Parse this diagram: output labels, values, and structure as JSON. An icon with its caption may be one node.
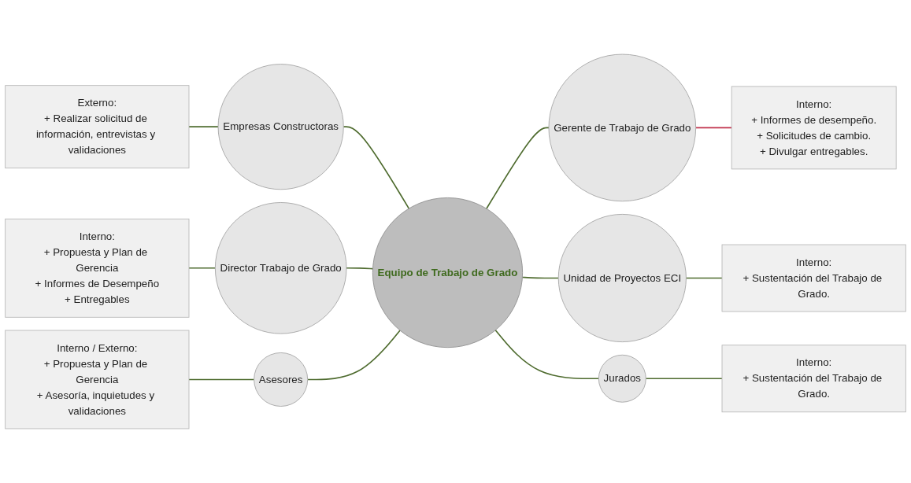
{
  "diagram": {
    "nodes": [
      {
        "text": [
          "Externo:",
          "+ Realizar solicitud de información, entrevistas y validaciones"
        ]
      },
      {
        "text": [
          "Empresas Constructoras"
        ]
      },
      {
        "text": [
          "Gerente de Trabajo de Grado"
        ]
      },
      {
        "text": [
          "Interno:",
          "+ Informes de desempeño.",
          "+ Solicitudes de cambio.",
          "+ Divulgar entregables."
        ]
      },
      {
        "text": [
          "Interno:",
          "+ Propuesta y Plan de Gerencia",
          "+ Informes de Desempeño",
          "+ Entregables"
        ]
      },
      {
        "text": [
          "Director Trabajo de Grado"
        ]
      },
      {
        "text": [
          "Equipo de Trabajo de Grado"
        ]
      },
      {
        "text": [
          "Unidad de Proyectos ECI"
        ]
      },
      {
        "text": [
          "Interno:",
          "+ Sustentación del Trabajo de Grado."
        ]
      },
      {
        "text": [
          "Interno / Externo:",
          "+ Propuesta y Plan de Gerencia",
          "+ Asesoría, inquietudes y validaciones"
        ]
      },
      {
        "text": [
          "Asesores"
        ]
      },
      {
        "text": [
          "Jurados"
        ]
      },
      {
        "text": [
          "Interno:",
          "+ Sustentación del Trabajo de Grado."
        ]
      }
    ],
    "edges": [
      {
        "from": 0,
        "to": 1,
        "arrow": "none"
      },
      {
        "from": 1,
        "to": 6,
        "arrow": "none"
      },
      {
        "from": 4,
        "to": 5,
        "arrow": "none"
      },
      {
        "from": 5,
        "to": 6,
        "arrow": "none"
      },
      {
        "from": 9,
        "to": 10,
        "arrow": "none"
      },
      {
        "from": 10,
        "to": 6,
        "arrow": "none"
      },
      {
        "from": 6,
        "to": 2,
        "arrow": "none"
      },
      {
        "from": 2,
        "to": 3,
        "arrow": "none",
        "color": "#c0304a"
      },
      {
        "from": 6,
        "to": 7,
        "arrow": "none"
      },
      {
        "from": 7,
        "to": 8,
        "arrow": "none"
      },
      {
        "from": 6,
        "to": 11,
        "arrow": "none"
      },
      {
        "from": 11,
        "to": 12,
        "arrow": "none"
      }
    ]
  }
}
